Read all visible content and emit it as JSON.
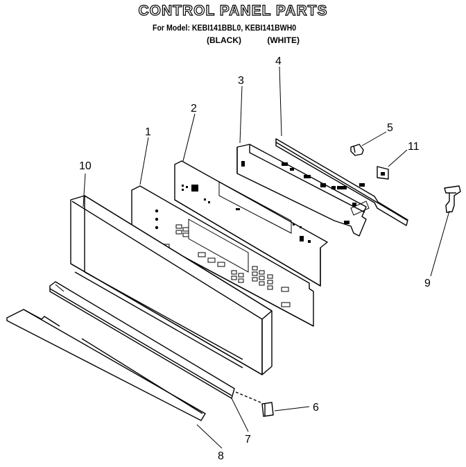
{
  "header": {
    "title": "CONTROL PANEL PARTS",
    "model_line": "For Model: KEBI141BBL0, KEBI141BWH0",
    "variant_black": "(BLACK)",
    "variant_white": "(WHITE)"
  },
  "callouts": {
    "c1": "1",
    "c2": "2",
    "c3": "3",
    "c4": "4",
    "c5": "5",
    "c6": "6",
    "c7": "7",
    "c8": "8",
    "c9": "9",
    "c10": "10",
    "c11": "11"
  }
}
